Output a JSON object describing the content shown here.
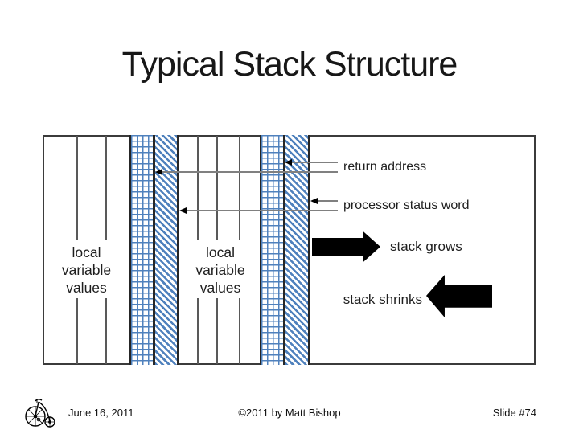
{
  "title": "Typical Stack Structure",
  "diagram": {
    "stack_frames": [
      {
        "label_lines": [
          "local",
          "variable",
          "values"
        ]
      },
      {
        "label_lines": [
          "local",
          "variable",
          "values"
        ]
      }
    ],
    "annotations": {
      "return_address": "return address",
      "processor_status_word": "processor status word",
      "stack_grows": "stack grows",
      "stack_shrinks": "stack shrinks"
    },
    "legend": {
      "return_address_pattern": "crosshatch",
      "processor_status_word_pattern": "diagonal-stripes"
    },
    "colors": {
      "pattern_blue": "#4f81bd",
      "connector_gray": "#808080",
      "box_border": "#3b3b3b",
      "arrow_black": "#000000"
    }
  },
  "footer": {
    "date": "June 16, 2011",
    "copyright": "©2011 by Matt Bishop",
    "slide_number": "Slide #74",
    "logo_icon": "penny-farthing-bicycle-icon"
  }
}
